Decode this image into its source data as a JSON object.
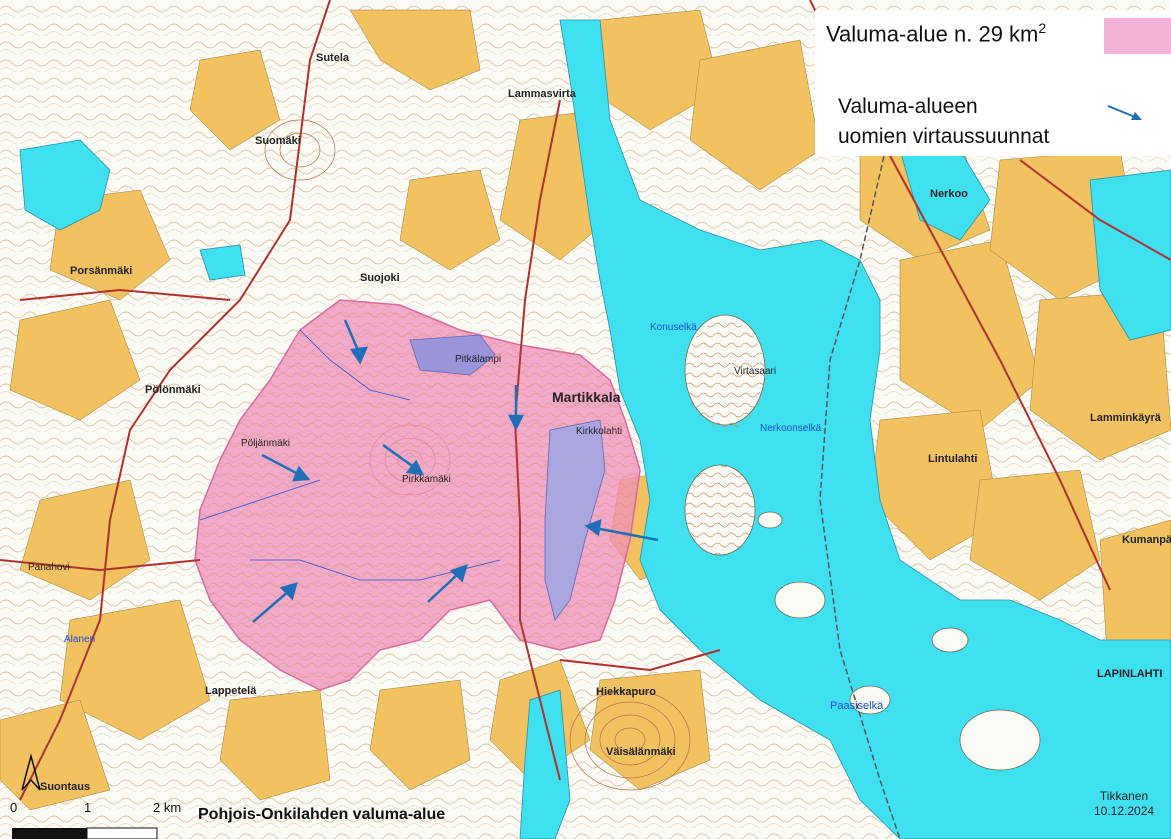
{
  "legend": {
    "area_text": "Valuma-alue n. 29 km",
    "area_sup": "2",
    "area_color": "#f3b3d6",
    "flow_line1": "Valuma-alueen",
    "flow_line2": "uomien virtaussuunnat",
    "flow_color": "#1f6fb8"
  },
  "title": "Pohjois-Onkilahden valuma-alue",
  "scale": {
    "zero": "0",
    "one": "1",
    "two": "2 km"
  },
  "author": {
    "name": "Tikkanen",
    "date": "10.12.2024"
  },
  "colors": {
    "water": "#3fe0f0",
    "field": "#f2c160",
    "forest": "#ffffff",
    "catchment": "#f08fb8",
    "road": "#b0322f"
  },
  "places": [
    {
      "text": "Sutela",
      "style": "bold"
    },
    {
      "text": "Suomäki",
      "style": "bold"
    },
    {
      "text": "Lammasvirta",
      "style": "bold"
    },
    {
      "text": "Nerkoo",
      "style": "bold"
    },
    {
      "text": "Porsänmäki",
      "style": "bold"
    },
    {
      "text": "Suojoki",
      "style": "bold"
    },
    {
      "text": "Pölönmäki",
      "style": "bold"
    },
    {
      "text": "Martikkala",
      "style": "big"
    },
    {
      "text": "Virtasaari",
      "style": "plain"
    },
    {
      "text": "Lamminkäyrä",
      "style": "bold"
    },
    {
      "text": "Lintulahti",
      "style": "bold"
    },
    {
      "text": "Konuselkä",
      "style": "water"
    },
    {
      "text": "Nerkoonselkä",
      "style": "water"
    },
    {
      "text": "Paasiselkä",
      "style": "water"
    },
    {
      "text": "Lappetelä",
      "style": "bold"
    },
    {
      "text": "Suontaus",
      "style": "bold"
    },
    {
      "text": "Hiekkapuro",
      "style": "bold"
    },
    {
      "text": "Väisälänmäki",
      "style": "bold"
    },
    {
      "text": "LAPINLAHTI",
      "style": "bold"
    },
    {
      "text": "Kumanpää",
      "style": "bold"
    },
    {
      "text": "Pirkkamäki",
      "style": "plain"
    },
    {
      "text": "Kirkkolahti",
      "style": "plain"
    },
    {
      "text": "Pitkälampi",
      "style": "plain"
    },
    {
      "text": "Panahovi",
      "style": "plain"
    },
    {
      "text": "Alanen",
      "style": "water"
    },
    {
      "text": "Pöljänmäki",
      "style": "plain"
    }
  ]
}
